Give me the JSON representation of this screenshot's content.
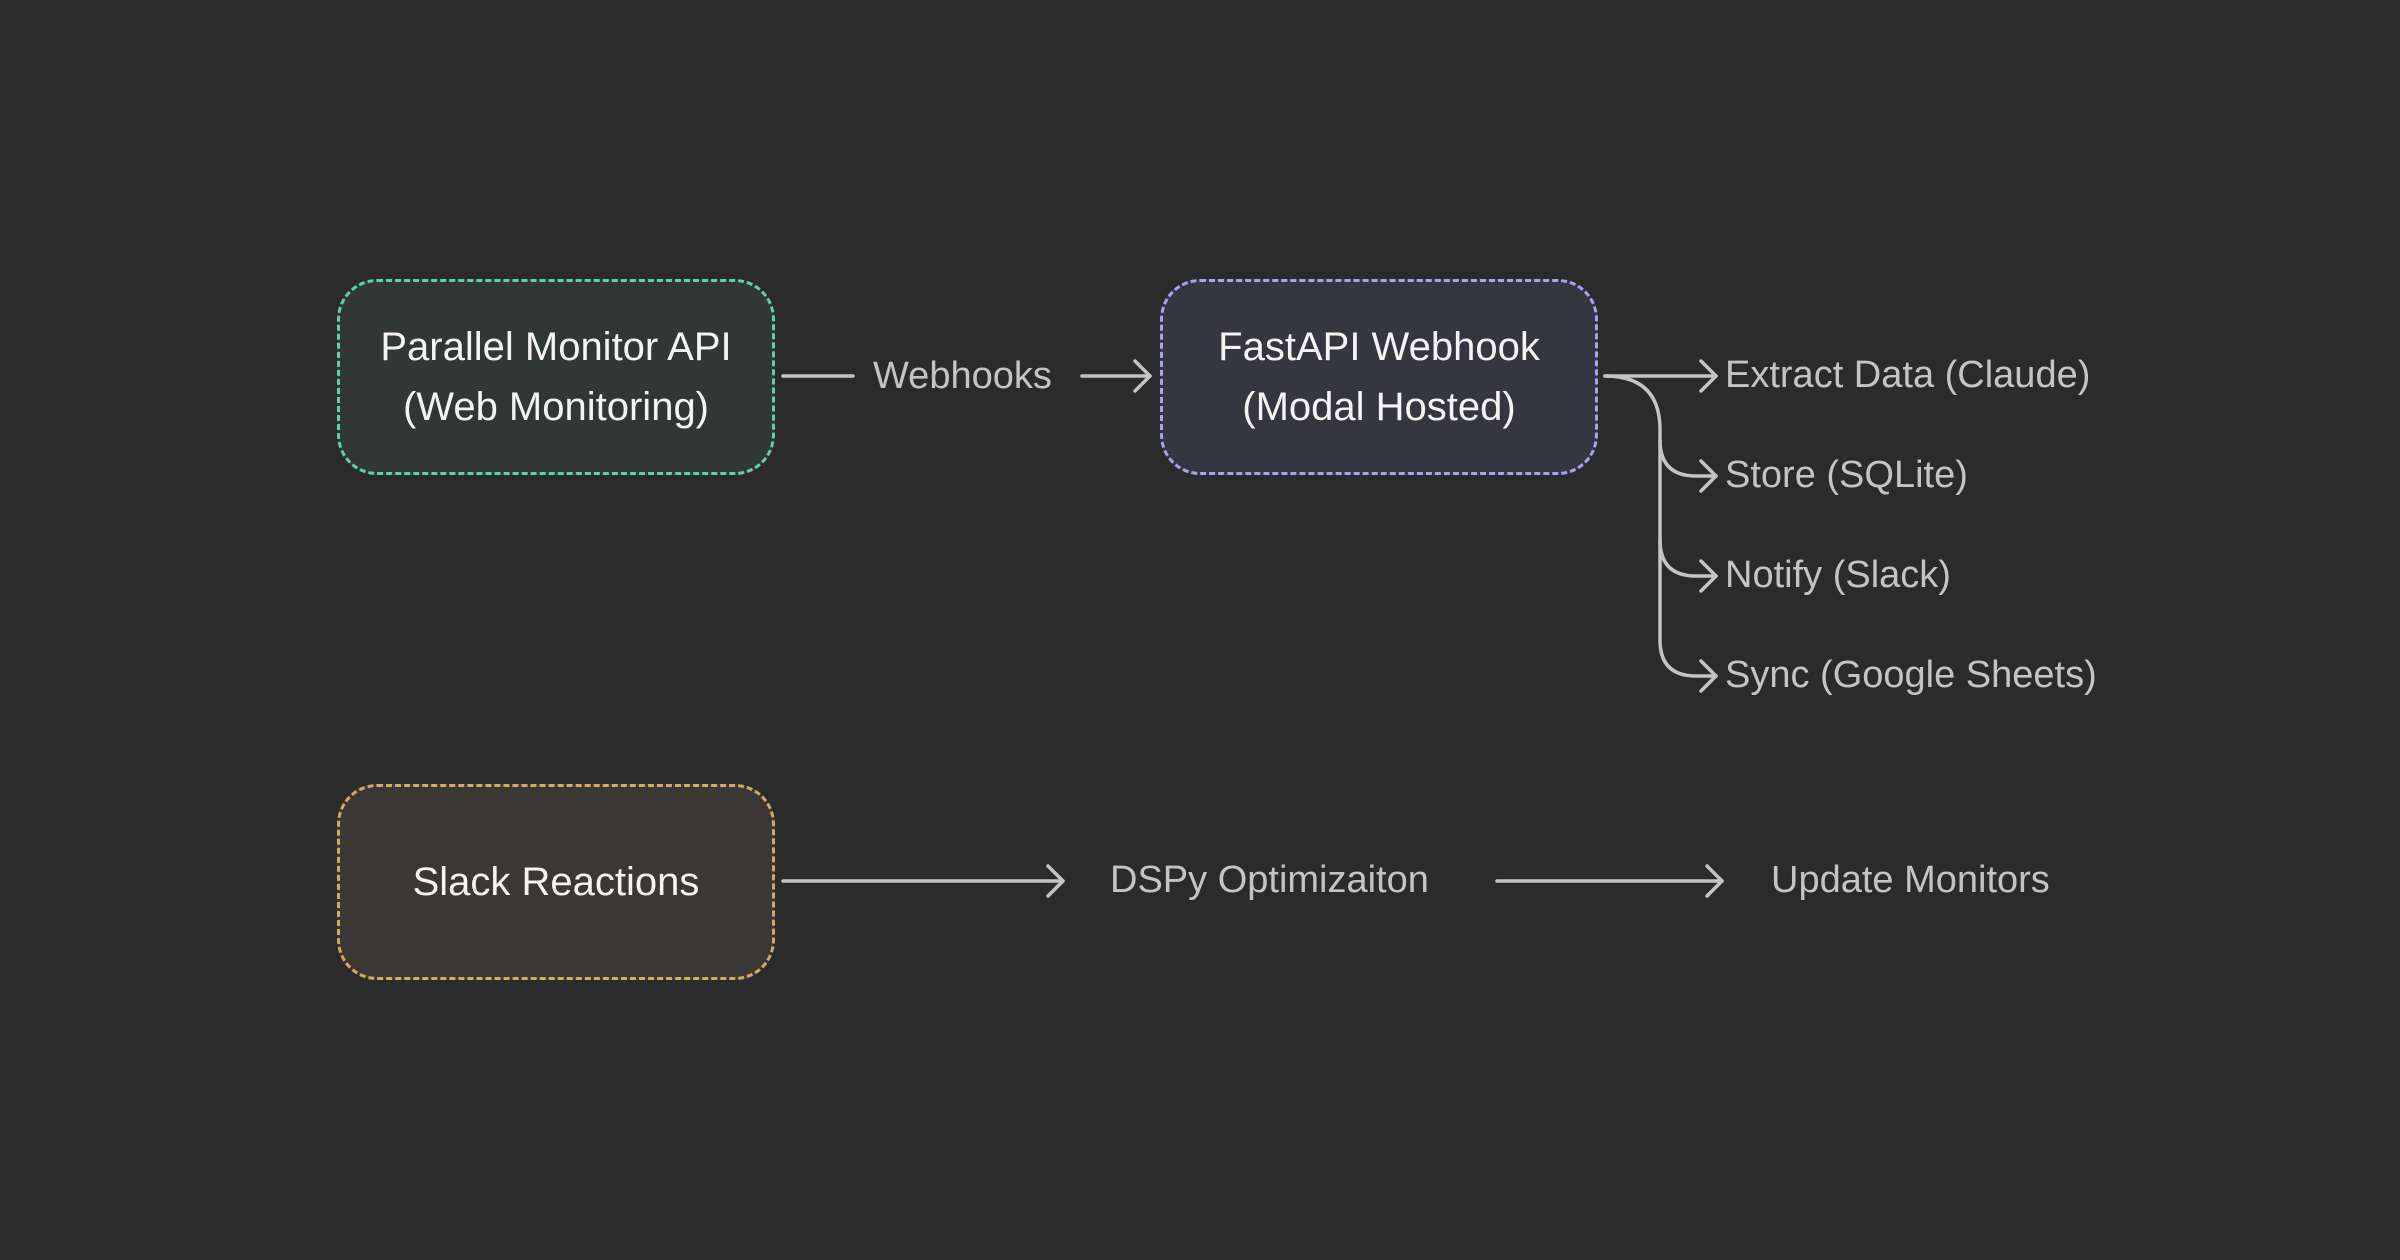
{
  "nodes": {
    "parallel_monitor": {
      "label": "Parallel Monitor API\n(Web Monitoring)",
      "border_color": "#5fcfae",
      "fill_color": "#2f3834"
    },
    "fastapi_webhook": {
      "label": "FastAPI Webhook\n(Modal Hosted)",
      "border_color": "#a7a3f2",
      "fill_color": "#363640"
    },
    "slack_reactions": {
      "label": "Slack Reactions",
      "border_color": "#d6a862",
      "fill_color": "#3b3734"
    }
  },
  "edges": {
    "webhooks_label": "Webhooks"
  },
  "outputs": [
    "Extract Data (Claude)",
    "Store (SQLite)",
    "Notify (Slack)",
    "Sync (Google Sheets)"
  ],
  "feedback_flow": {
    "step_1": "DSPy Optimizaiton",
    "step_2": "Update Monitors"
  },
  "colors": {
    "background": "#2b2b2b",
    "connector": "#c4c4c4",
    "node_text": "#f4f4f4",
    "secondary_text": "#c4c4c4"
  }
}
